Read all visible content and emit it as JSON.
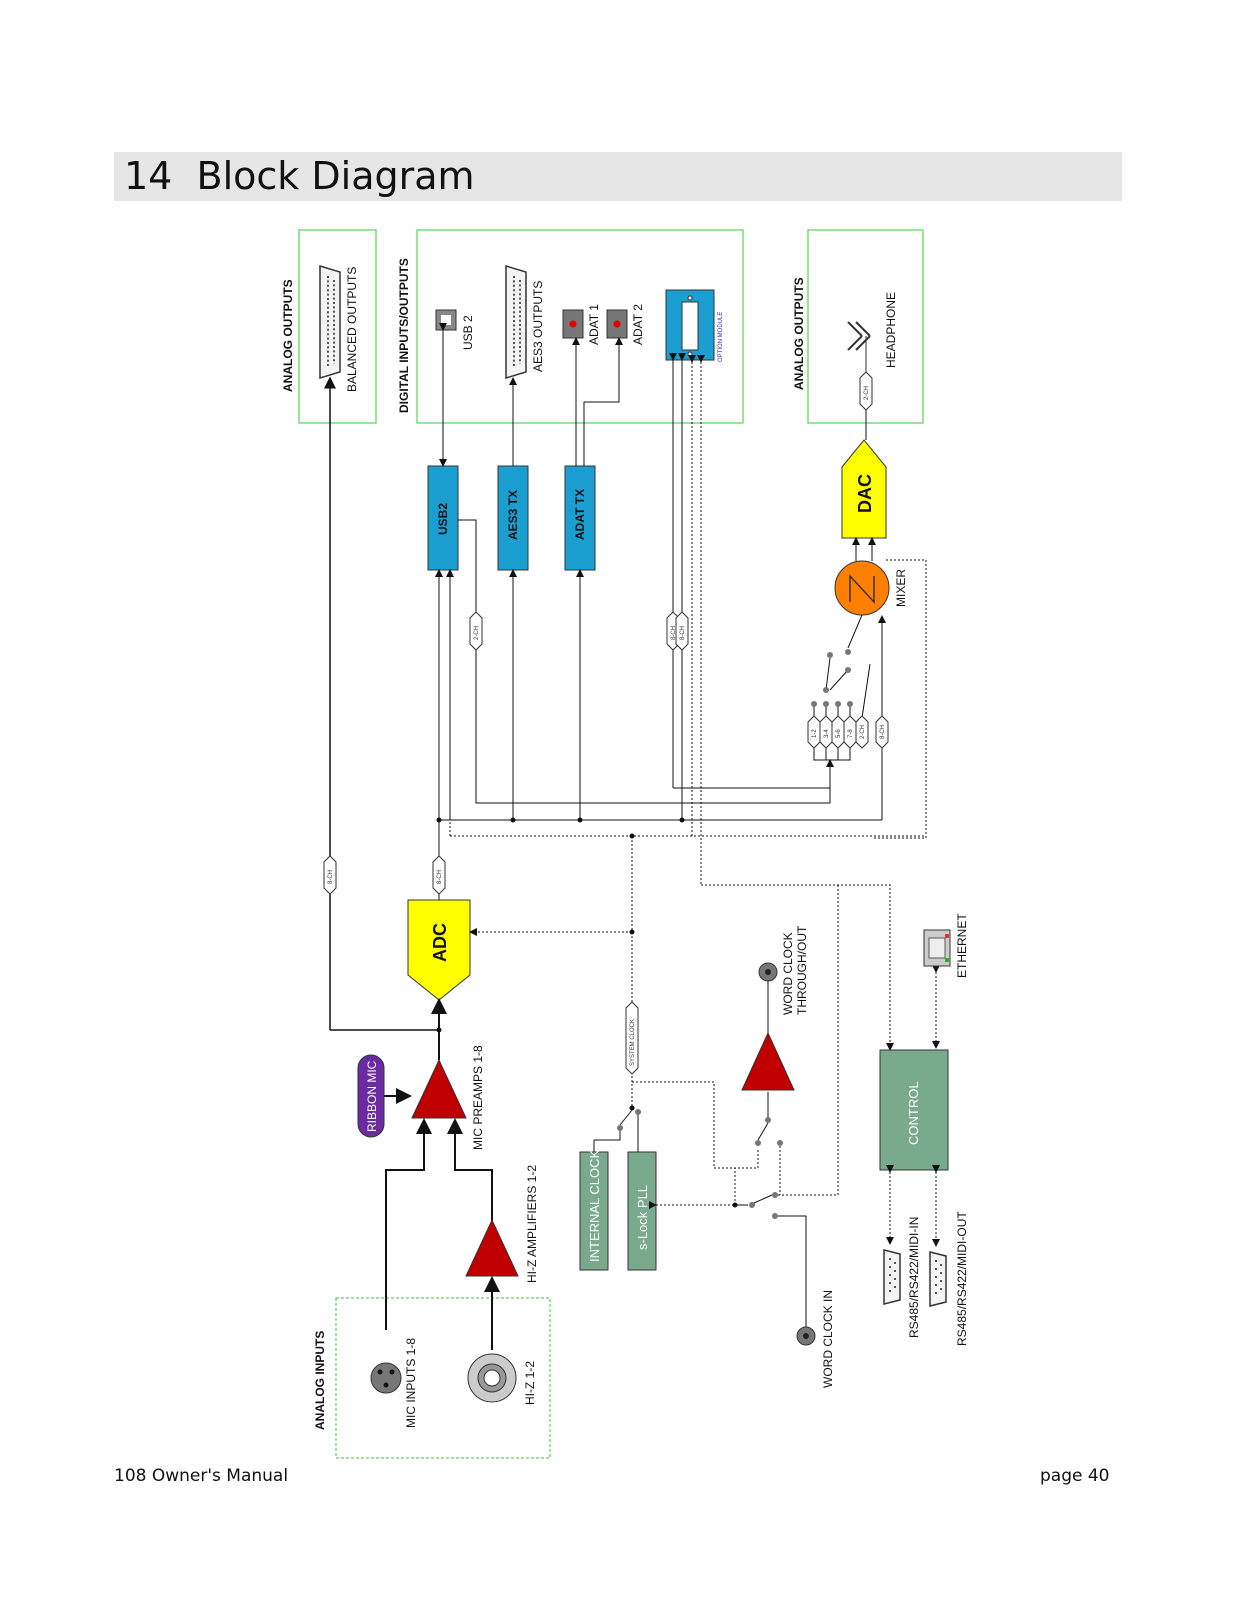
{
  "section": {
    "number": "14",
    "title": "Block Diagram"
  },
  "footer": {
    "manual": "108 Owner's Manual",
    "page": "page 40"
  },
  "groups": {
    "analog_outputs_top": "ANALOG OUTPUTS",
    "digital_io": "DIGITAL INPUTS/OUTPUTS",
    "analog_outputs_headphone": "ANALOG OUTPUTS",
    "analog_inputs": "ANALOG INPUTS"
  },
  "connectors": {
    "balanced_outputs": "BALANCED OUTPUTS",
    "usb2": "USB 2",
    "aes3_outputs": "AES3 OUTPUTS",
    "adat1": "ADAT 1",
    "adat2": "ADAT 2",
    "option_module": "OPTION MODULE",
    "headphone": "HEADPHONE",
    "ethernet": "ETHERNET",
    "word_clock_through": "WORD CLOCK",
    "word_clock_through2": "THROUGH/OUT",
    "word_clock_in": "WORD CLOCK IN",
    "midi_in": "RS485/RS422/MIDI-IN",
    "midi_out": "RS485/RS422/MIDI-OUT",
    "mic_inputs": "MIC INPUTS 1-8",
    "hiz": "HI-Z 1-2"
  },
  "blocks": {
    "usb2": "USB2",
    "aes3_tx": "AES3 TX",
    "adat_tx": "ADAT TX",
    "dac": "DAC",
    "mixer": "MIXER",
    "adc": "ADC",
    "ribbon_mic": "RIBBON MIC",
    "mic_preamps": "MIC PREAMPS 1-8",
    "hiz_amplifiers": "HI-Z AMPLIFIERS 1-2",
    "internal_clock": "INTERNAL CLOCK",
    "slock_pll": "s-Lock  PLL",
    "control": "CONTROL"
  },
  "tags": {
    "ch8_out": "8-CH",
    "ch8_adc": "8-CH",
    "ch2_usb": "2-CH",
    "ch8_opt1": "8-CH",
    "ch8_opt2": "8-CH",
    "ch2_hp": "2-CH",
    "sel_12": "1-2",
    "sel_34": "3-4",
    "sel_56": "5-6",
    "sel_78": "7-8",
    "sel_2ch": "2-CH",
    "sel_8ch": "8-CH",
    "system_clock": "SYSTEM CLOCK"
  },
  "colors": {
    "blue_block": "#1a9fd0",
    "yellow_block": "#ffff00",
    "red_amp": "#c00000",
    "orange_mixer": "#ff8000",
    "green_block": "#7aaa8c",
    "purple_ribbon": "#6a2aa0",
    "group_border": "#33cc33"
  }
}
